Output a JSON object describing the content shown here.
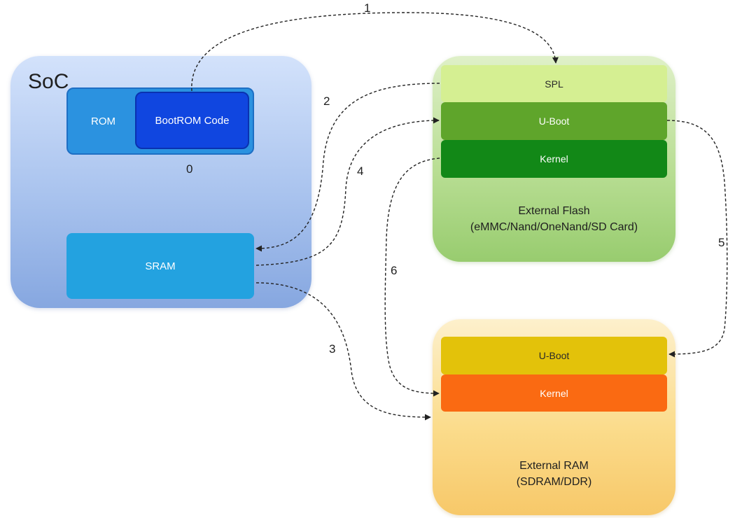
{
  "soc": {
    "title": "SoC",
    "rom_label": "ROM",
    "bootrom_label": "BootROM Code",
    "sram_label": "SRAM"
  },
  "flash": {
    "spl_label": "SPL",
    "uboot_label": "U-Boot",
    "kernel_label": "Kernel",
    "caption_line1": "External Flash",
    "caption_line2": "(eMMC/Nand/OneNand/SD Card)"
  },
  "ram": {
    "uboot_label": "U-Boot",
    "kernel_label": "Kernel",
    "caption_line1": "External RAM",
    "caption_line2": "(SDRAM/DDR)"
  },
  "steps": [
    "0",
    "1",
    "2",
    "3",
    "4",
    "5",
    "6"
  ],
  "colors": {
    "soc_bg": "#a9c3ee",
    "rom": "#2b92e0",
    "bootrom": "#1046e0",
    "sram": "#23a2e0",
    "spl": "#d5ef92",
    "uboot_flash": "#5fa52b",
    "kernel_flash": "#128817",
    "uboot_ram": "#e3c20a",
    "kernel_ram": "#fa6a12",
    "arrow": "#222222"
  }
}
